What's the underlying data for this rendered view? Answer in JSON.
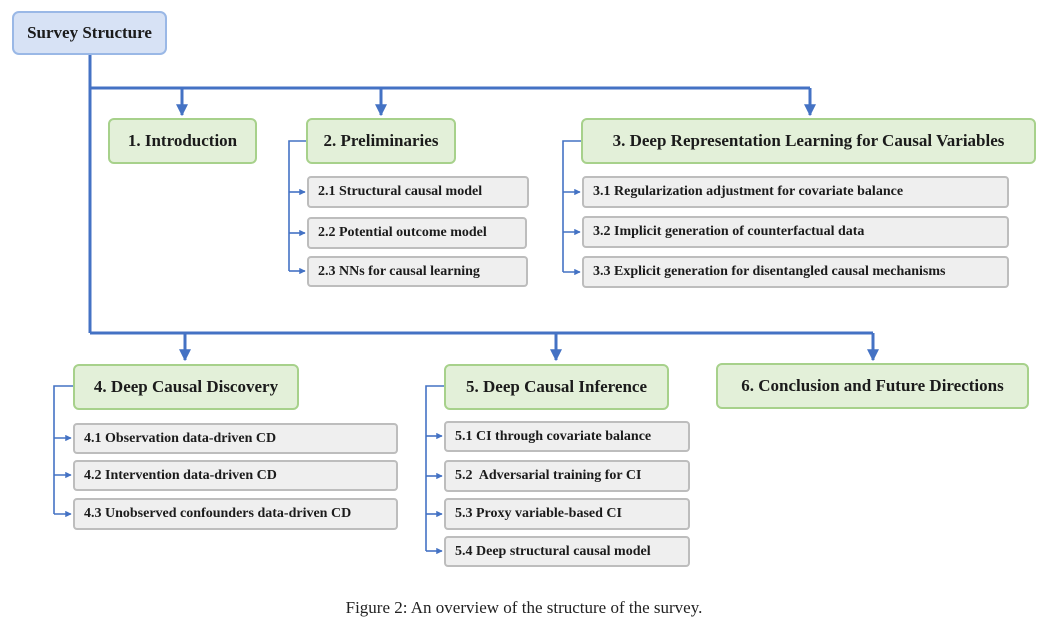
{
  "root": {
    "label": "Survey Structure"
  },
  "sections": [
    {
      "label": "1. Introduction",
      "children": []
    },
    {
      "label": "2. Preliminaries",
      "children": [
        "2.1 Structural causal model",
        "2.2 Potential outcome model",
        "2.3 NNs for causal learning"
      ]
    },
    {
      "label": "3. Deep Representation Learning for Causal Variables",
      "children": [
        "3.1 Regularization adjustment for covariate balance",
        "3.2 Implicit generation of counterfactual data",
        "3.3 Explicit generation for disentangled causal mechanisms"
      ]
    },
    {
      "label": "4. Deep Causal Discovery",
      "children": [
        "4.1 Observation data-driven CD",
        "4.2 Intervention data-driven CD",
        "4.3 Unobserved confounders data-driven CD"
      ]
    },
    {
      "label": "5. Deep Causal Inference",
      "children": [
        "5.1 CI through covariate balance",
        "5.2  Adversarial training for CI",
        "5.3 Proxy variable-based CI",
        "5.4 Deep structural causal model"
      ]
    },
    {
      "label": "6. Conclusion and Future Directions",
      "children": []
    }
  ],
  "caption": "Figure 2: An overview of the structure of the survey.",
  "colors": {
    "connector": "#4472c4",
    "root_fill": "#d7e2f5",
    "root_border": "#9ab8e6",
    "section_fill": "#e3f0d9",
    "section_border": "#a7d18b",
    "sub_fill": "#efefef",
    "sub_border": "#bdbdbd"
  }
}
